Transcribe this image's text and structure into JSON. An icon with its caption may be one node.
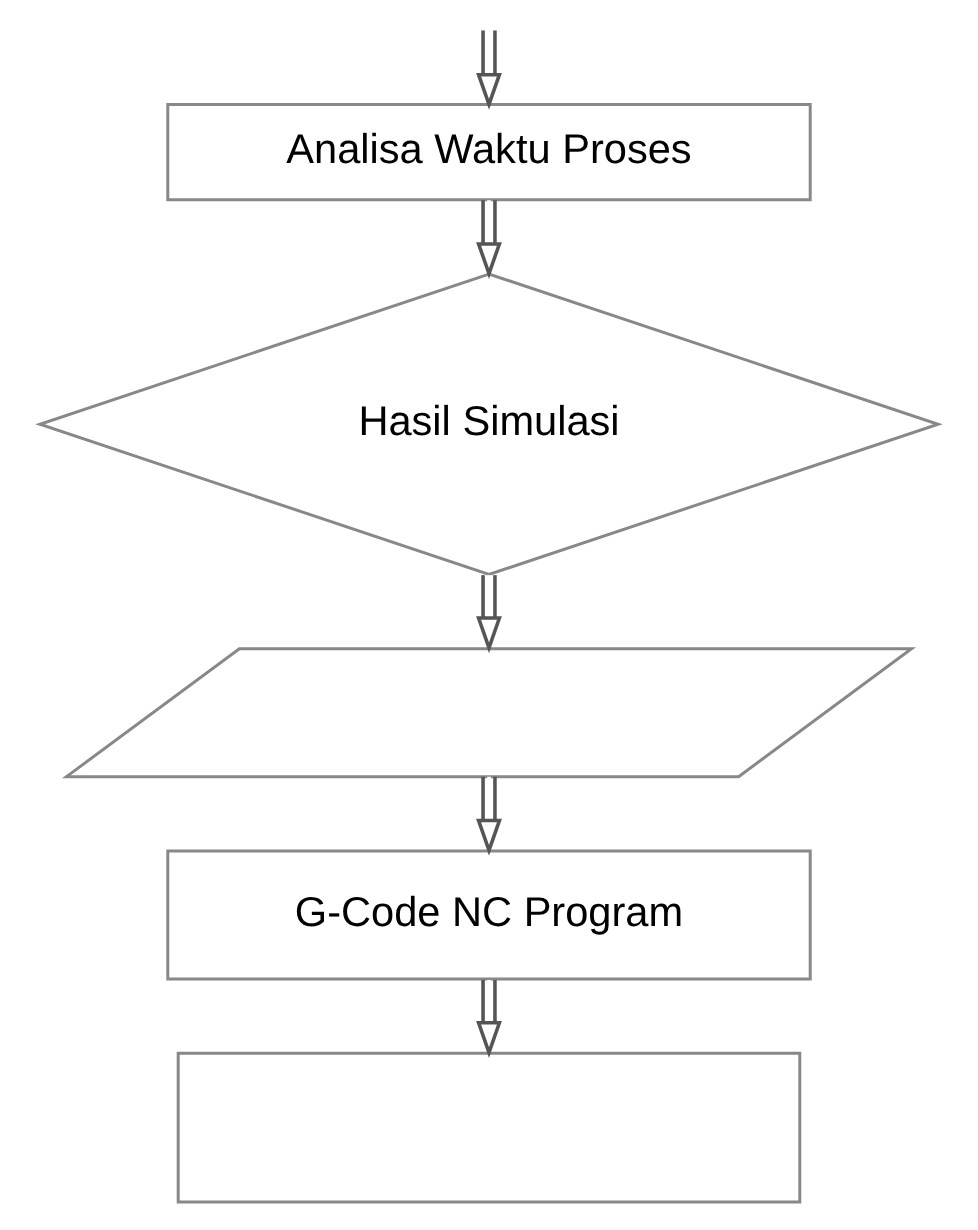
{
  "diagram": {
    "nodes": [
      {
        "text": [
          "Analisa Waktu Proses"
        ]
      },
      {
        "text": [
          "Hasil Simulasi"
        ]
      },
      {
        "text": [],
        "shape": "parallelogram"
      },
      {
        "text": [
          "G-Code NC Program"
        ]
      },
      {
        "text": [],
        "shape": "box"
      }
    ],
    "edges": [
      {
        "from": null,
        "to": 0,
        "arrow": "to"
      },
      {
        "from": 0,
        "to": 1,
        "arrow": "to"
      },
      {
        "from": 1,
        "to": 2,
        "arrow": "to"
      },
      {
        "from": 2,
        "to": 3,
        "arrow": "to"
      },
      {
        "from": 3,
        "to": 4,
        "arrow": "to"
      }
    ]
  }
}
